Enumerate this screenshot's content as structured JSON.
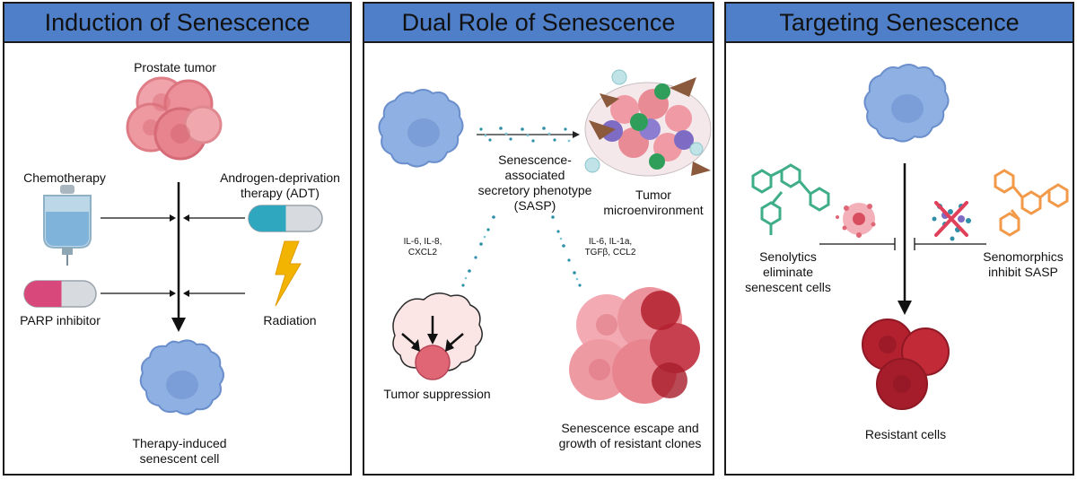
{
  "panels": [
    {
      "title": "Induction of Senescence",
      "labels": {
        "prostate_tumor": "Prostate tumor",
        "chemotherapy": "Chemotherapy",
        "adt_line1": "Androgen-deprivation",
        "adt_line2": "therapy (ADT)",
        "parp": "PARP inhibitor",
        "radiation": "Radiation",
        "tis_line1": "Therapy-induced",
        "tis_line2": "senescent cell"
      }
    },
    {
      "title": "Dual Role of Senescence",
      "labels": {
        "sasp_line1": "Senescence-",
        "sasp_line2": "associated",
        "sasp_line3": "secretory phenotype",
        "sasp_line4": "(SASP)",
        "tme_line1": "Tumor",
        "tme_line2": "microenvironment",
        "cyt_left_line1": "IL-6, IL-8,",
        "cyt_left_line2": "CXCL2",
        "cyt_right_line1": "IL-6, IL-1a,",
        "cyt_right_line2": "TGFβ, CCL2",
        "tumor_suppression": "Tumor suppression",
        "escape_line1": "Senescence escape and",
        "escape_line2": "growth of resistant clones"
      }
    },
    {
      "title": "Targeting Senescence",
      "labels": {
        "senolytics_line1": "Senolytics",
        "senolytics_line2": "eliminate",
        "senolytics_line3": "senescent cells",
        "senomorphics_line1": "Senomorphics",
        "senomorphics_line2": "inhibit SASP",
        "resistant": "Resistant cells"
      }
    }
  ],
  "colors": {
    "header": "#4f7fc8",
    "senescent_cell": "#8fb0e2",
    "tumor_pink": "#e8808a",
    "resistant_red": "#b3202e",
    "senolytic_green": "#3fae88",
    "senomorphic_orange": "#f29a4a",
    "pill_teal": "#2fa7bf",
    "pill_pink": "#d9487a",
    "lightning": "#f2b400"
  }
}
